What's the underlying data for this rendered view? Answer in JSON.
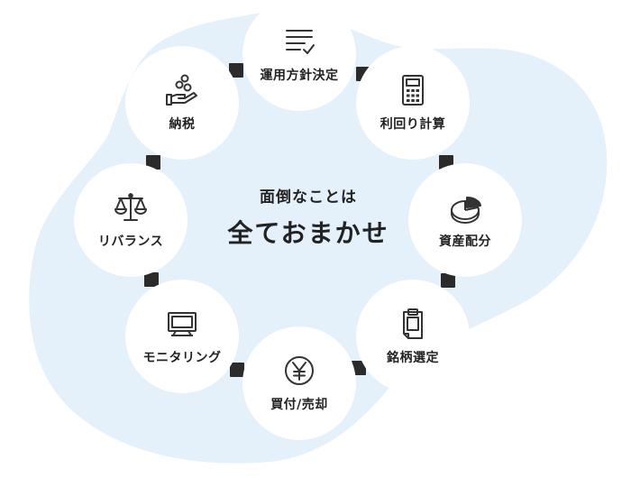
{
  "colors": {
    "background": "#ffffff",
    "blob": "#e4f0fa",
    "node": "#ffffff",
    "connector": "#2b2b2b",
    "text": "#222222",
    "icon_stroke": "#333333"
  },
  "center": {
    "subtitle": "面倒なことは",
    "title": "全ておまかせ"
  },
  "steps": [
    {
      "label": "運用方針決定",
      "icon": "checklist-icon"
    },
    {
      "label": "利回り計算",
      "icon": "calculator-icon"
    },
    {
      "label": "資産配分",
      "icon": "pie-chart-icon"
    },
    {
      "label": "銘柄選定",
      "icon": "clipboard-icon"
    },
    {
      "label": "買付/売却",
      "icon": "yen-coin-icon"
    },
    {
      "label": "モニタリング",
      "icon": "monitor-icon"
    },
    {
      "label": "リバランス",
      "icon": "balance-scale-icon"
    },
    {
      "label": "納税",
      "icon": "coins-hand-icon"
    }
  ]
}
